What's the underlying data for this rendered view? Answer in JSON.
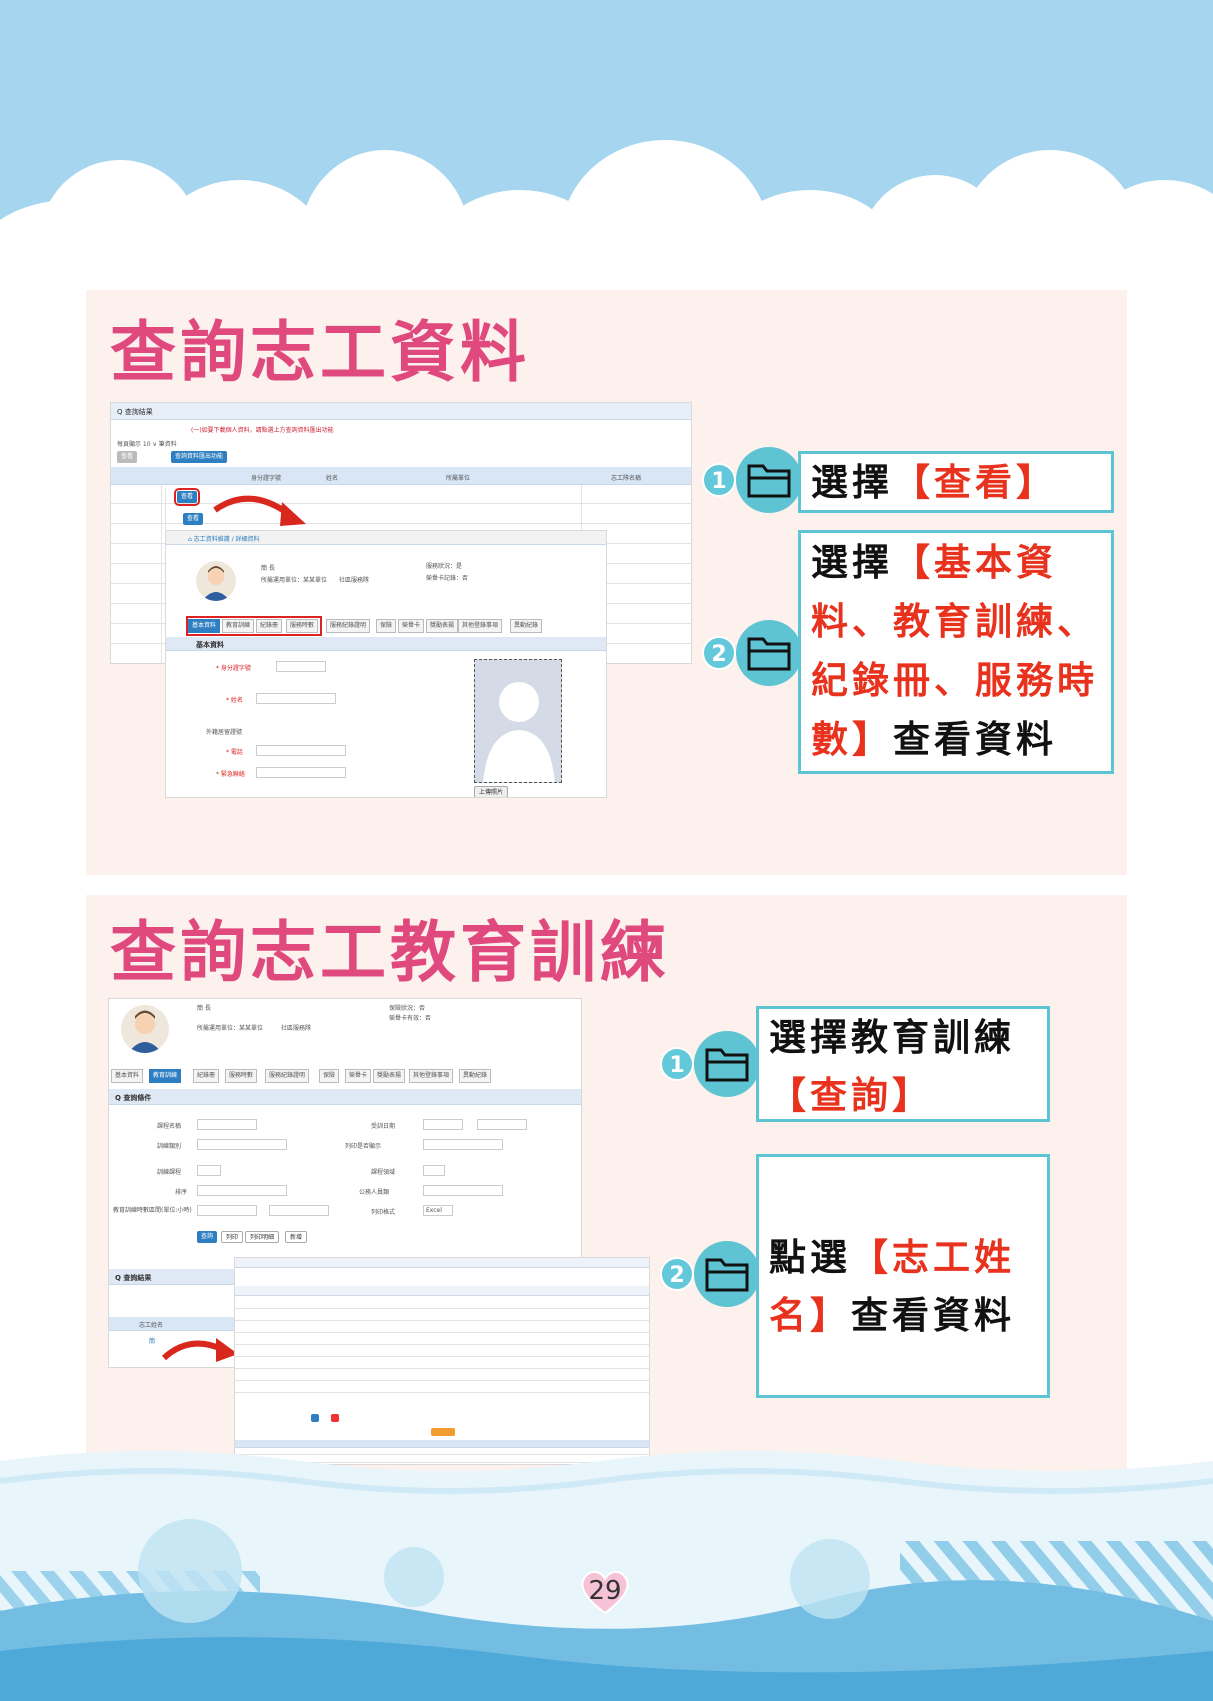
{
  "page_number": "29",
  "colors": {
    "title_pink": "#e0497e",
    "highlight_red": "#e8321e",
    "box_teal": "#5ec3d2",
    "sky_blue": "#a6d6ef",
    "card_bg": "#fcf1ec"
  },
  "icons": [
    "folder-icon",
    "heart-icon",
    "arrow-icon",
    "avatar-icon"
  ],
  "section1": {
    "title": "查詢志工資料",
    "step1": {
      "number": "1",
      "prefix": "選擇",
      "highlight": "【查看】",
      "suffix": ""
    },
    "step2": {
      "number": "2",
      "prefix": "選擇",
      "highlight": "【基本資料、教育訓練、紀錄冊、服務時數】",
      "suffix": "查看資料"
    },
    "screenshot": {
      "header": "Q 查詢結果",
      "notice": "(一)如要下載個人資料，請點選上方查詢資料匯出功能",
      "columns": [
        "身分證字號",
        "姓名",
        "所屬單位",
        "志工隊名稱"
      ],
      "view_label": "查看",
      "detail_tabs": [
        "基本資料",
        "教育訓練",
        "紀錄冊",
        "服務時數",
        "服務紀錄證明",
        "保險",
        "榮譽卡",
        "獎勵表揚",
        "其他登錄事項",
        "異動紀錄"
      ],
      "detail_section": "基本資料",
      "upload_label": "上傳照片"
    }
  },
  "section2": {
    "title": "查詢志工教育訓練",
    "step1": {
      "number": "1",
      "prefix": "選擇教育訓練",
      "highlight": "【查詢】",
      "suffix": ""
    },
    "step2": {
      "number": "2",
      "prefix": "點選",
      "highlight": "【志工姓名】",
      "suffix": "查看資料"
    },
    "screenshot": {
      "tabs": [
        "基本資料",
        "教育訓練",
        "紀錄冊",
        "服務時數",
        "服務紀錄證明",
        "保險",
        "榮譽卡",
        "獎勵表揚",
        "其他登錄事項",
        "異動紀錄"
      ],
      "query_header": "Q 查詢條件",
      "fields": [
        "課程名稱",
        "訓練類別",
        "訓練課程",
        "排序",
        "教育訓練時數區間(單位:小時)",
        "受訓日期",
        "列印是否顯示",
        "課程領域",
        "公務人員類",
        "列印格式"
      ],
      "buttons": [
        "查詢",
        "列印",
        "列印明細",
        "新增"
      ],
      "result_header": "Q 查詢結果",
      "result_column": "志工姓名",
      "format_value": "Excel"
    }
  }
}
